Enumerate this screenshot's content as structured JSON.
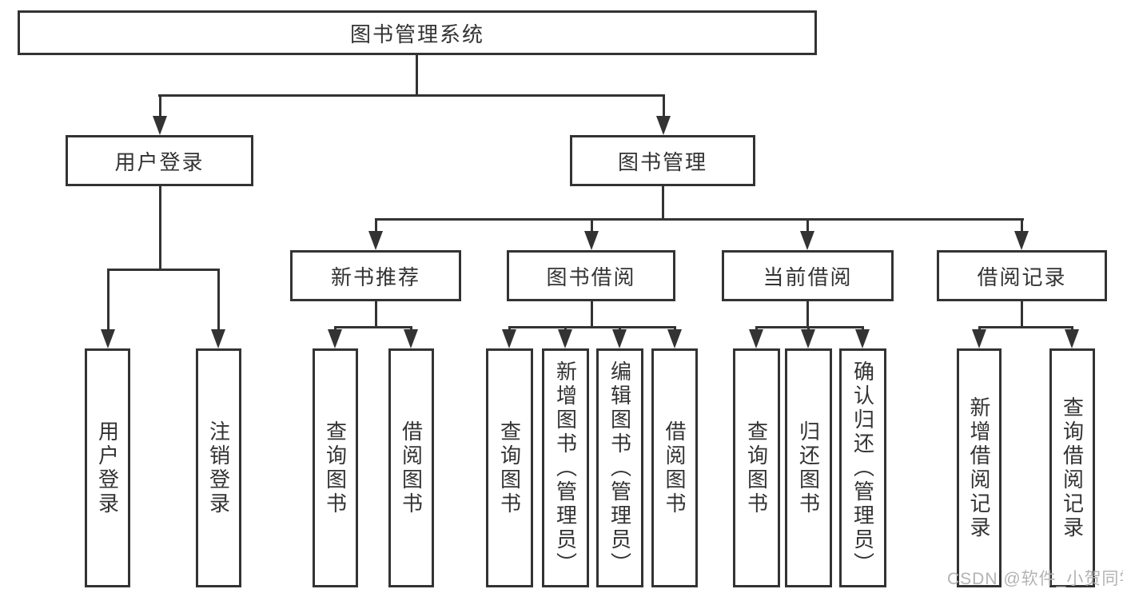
{
  "title": "图书管理系统",
  "branches": {
    "user_login": {
      "label": "用户登录",
      "children": [
        "用户登录",
        "注销登录"
      ]
    },
    "book_mgmt": {
      "label": "图书管理",
      "sections": {
        "new_book": {
          "label": "新书推荐",
          "children": [
            "查询图书",
            "借阅图书"
          ]
        },
        "borrow": {
          "label": "图书借阅",
          "children": [
            "查询图书",
            "新增图书（管理员）",
            "编辑图书（管理员）",
            "借阅图书"
          ]
        },
        "current": {
          "label": "当前借阅",
          "children": [
            "查询图书",
            "归还图书",
            "确认归还（管理员）"
          ]
        },
        "records": {
          "label": "借阅记录",
          "children": [
            "新增借阅记录",
            "查询借阅记录"
          ]
        }
      }
    }
  },
  "watermark": "CSDN @软件_小贺同学",
  "colors": {
    "line": "#333333",
    "text": "#333333",
    "box_background": "#ffffff",
    "page_background": "#ffffff",
    "watermark": "#b3b3b3"
  }
}
